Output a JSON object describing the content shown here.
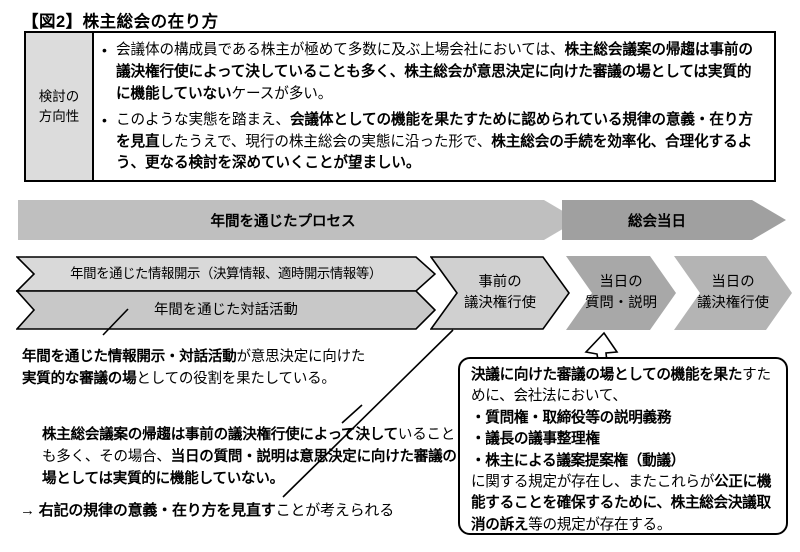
{
  "figure": {
    "title": "【図2】株主総会の在り方"
  },
  "policy": {
    "label": "検討の\n方向性",
    "label_line1": "検討の",
    "label_line2": "方向性",
    "bullet_marker": "•",
    "bullets": [
      {
        "segments": [
          {
            "text": "会議体の構成員である株主が極めて多数に及ぶ上場会社においては、",
            "bold": false
          },
          {
            "text": "株主総会議案の帰趨は事前の議決権行使によって決していることも多く、株主総会が意思決定に向けた審議の場としては実質的に機能していない",
            "bold": true
          },
          {
            "text": "ケースが多い。",
            "bold": false
          }
        ]
      },
      {
        "segments": [
          {
            "text": "このような実態を踏まえ、",
            "bold": false
          },
          {
            "text": "会議体としての機能を果たすために認められている規律の意義・在り方を見直",
            "bold": true
          },
          {
            "text": "したうえで、現行の株主総会の実態に沿った形で、",
            "bold": false
          },
          {
            "text": "株主総会の手続を効率化、合理化するよう、更なる検討を深めていくことが望ましい。",
            "bold": true
          }
        ]
      }
    ]
  },
  "bands": [
    {
      "label": "年間を通じたプロセス",
      "color": "#bfbfbf"
    },
    {
      "label": "総会当日",
      "color": "#a0a0a0"
    }
  ],
  "chevrons": [
    {
      "name": "disclosure",
      "label": "年間を通じた情報開示（決算情報、適時開示情報等）",
      "fill": "#d9d9d9"
    },
    {
      "name": "dialogue",
      "label": "年間を通じた対話活動",
      "fill": "#c8c8c8"
    },
    {
      "name": "prevote",
      "label_line1": "事前の",
      "label_line2": "議決権行使",
      "fill": "#d0d0d0"
    },
    {
      "name": "qa",
      "label_line1": "当日の",
      "label_line2": "質問・説明",
      "fill": "#a8a8a8"
    },
    {
      "name": "dayvote",
      "label_line1": "当日の",
      "label_line2": "議決権行使",
      "fill": "#b4b4b4"
    }
  ],
  "notes": {
    "left_top": [
      {
        "text": "年間を通じた情報開示・対話活動",
        "bold": true
      },
      {
        "text": "が意思決定に向けた",
        "bold": false
      },
      {
        "text": "BR",
        "bold": false
      },
      {
        "text": "実質的な審議の場",
        "bold": true
      },
      {
        "text": "としての役割を果たしている。",
        "bold": false
      }
    ],
    "left_middle": [
      {
        "text": "株主総会議案の帰趨は事前の議決権行使によって決して",
        "bold": true
      },
      {
        "text": "いることも多く、その場合、",
        "bold": false
      },
      {
        "text": "当日の質問・説明は意思決定に向けた審議の場としては実質的に機能していない。",
        "bold": true
      }
    ],
    "left_bottom": [
      {
        "text": "→ ",
        "bold": false
      },
      {
        "text": "右記の規律の意義・在り方を見直す",
        "bold": true
      },
      {
        "text": "ことが考えられる",
        "bold": false
      }
    ]
  },
  "callout": {
    "segments": [
      {
        "text": "決議に向けた審議の場としての機能を果た",
        "bold": true
      },
      {
        "text": "すために、会社法において、",
        "bold": false
      },
      {
        "text": "・質問権・取締役等の説明義務",
        "bold": true
      },
      {
        "text": "・議長の議事整理権",
        "bold": true
      },
      {
        "text": "・株主による議案提案権（動議）",
        "bold": true
      },
      {
        "text": "に関する規定が存在し、またこれらが",
        "bold": false
      },
      {
        "text": "公正に機能することを確保するために、株主総会決議取消の訴え",
        "bold": true
      },
      {
        "text": "等の規定が存在する。",
        "bold": false
      }
    ]
  },
  "colors": {
    "band_light": "#bfbfbf",
    "band_dark": "#a0a0a0",
    "chevron_light": "#d9d9d9",
    "chevron_dark": "#a8a8a8",
    "label_cell": "#dcdcdc",
    "outline": "#000000"
  }
}
